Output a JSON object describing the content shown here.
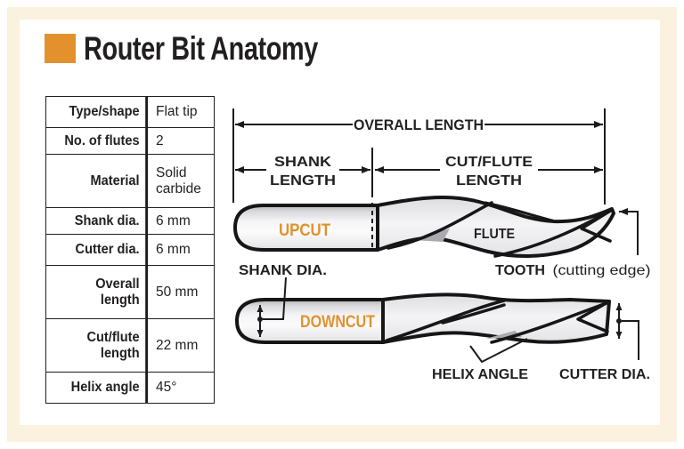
{
  "header": {
    "title": "Router Bit Anatomy",
    "accent_color": "#E2912D",
    "frame_color": "#FAF1DE",
    "ink_color": "#231F20"
  },
  "spec_table": {
    "rows": [
      {
        "label": "Type/shape",
        "value": "Flat tip"
      },
      {
        "label": "No. of flutes",
        "value": "2"
      },
      {
        "label": "Material",
        "value": "Solid\ncarbide"
      },
      {
        "label": "Shank dia.",
        "value": "6 mm"
      },
      {
        "label": "Cutter dia.",
        "value": "6 mm"
      },
      {
        "label": "Overall\nlength",
        "value": "50 mm"
      },
      {
        "label": "Cut/flute\nlength",
        "value": "22 mm"
      },
      {
        "label": "Helix angle",
        "value": "45°"
      }
    ]
  },
  "diagram": {
    "dimensions": {
      "overall_length": "OVERALL LENGTH",
      "shank_line1": "SHANK",
      "shank_line2": "LENGTH",
      "cutflute_line1": "CUT/FLUTE",
      "cutflute_line2": "LENGTH"
    },
    "labels": {
      "upcut": "UPCUT",
      "downcut": "DOWNCUT",
      "flute": "FLUTE",
      "shank_dia": "SHANK DIA.",
      "tooth": "TOOTH",
      "tooth_suffix": "(cutting edge)",
      "helix_angle": "HELIX ANGLE",
      "cutter_dia": "CUTTER DIA."
    },
    "colors": {
      "bit_fill": "#F0F0F2",
      "outline": "#1b1b1b"
    }
  }
}
